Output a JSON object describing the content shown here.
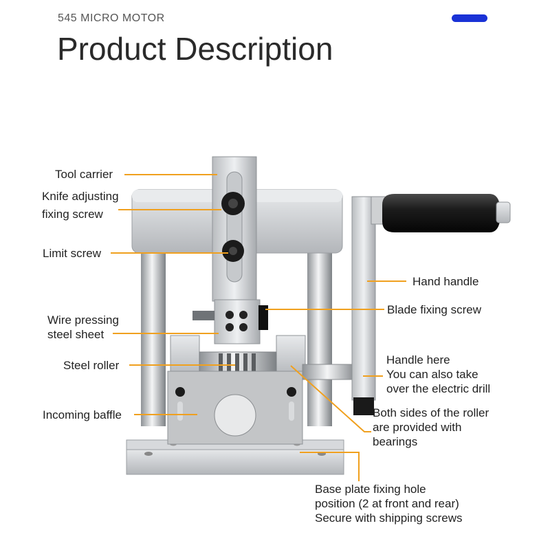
{
  "header": {
    "tag": "545 MICRO MOTOR",
    "title": "Product Description",
    "accent_color": "#1a32d6"
  },
  "leader_color": "#f0a01e",
  "callouts": {
    "tool_carrier": "Tool carrier",
    "knife_adjusting_1": "Knife adjusting",
    "knife_adjusting_2": "fixing screw",
    "limit_screw": "Limit screw",
    "wire_pressing_1": "Wire pressing",
    "wire_pressing_2": "steel sheet",
    "steel_roller": "Steel roller",
    "incoming_baffle": "Incoming baffle",
    "hand_handle": "Hand handle",
    "blade_fixing_screw": "Blade fixing screw",
    "handle_here_1": "Handle here",
    "handle_here_2": "You can also take",
    "handle_here_3": "over the electric drill",
    "bearings_1": "Both sides of the roller",
    "bearings_2": "are provided with",
    "bearings_3": "bearings",
    "base_plate_1": "Base plate fixing hole",
    "base_plate_2": "position (2 at front and rear)",
    "base_plate_3": "Secure with shipping screws"
  }
}
